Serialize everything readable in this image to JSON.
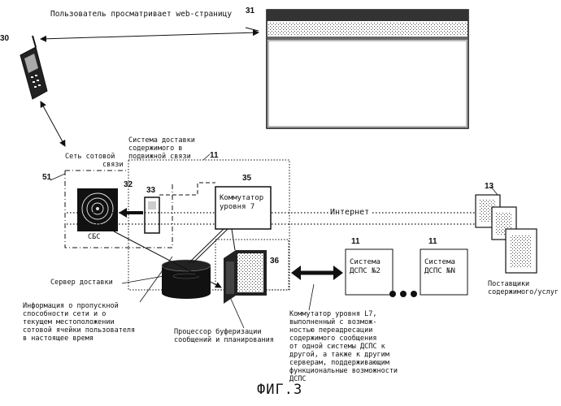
{
  "labels": {
    "user_views": "Пользователь просматривает web-страницу",
    "cellular_network": "Сеть сотовой\n         связи",
    "delivery_system": "Система доставки\nсодержимого в\nподвижной связи",
    "switch_l7_box": "Коммутатор\nуровня 7",
    "internet": "Интернет",
    "sbs": "СБС",
    "delivery_server": "Сервер доставки",
    "info_bandwidth": "Информация о пропускной\nспособности сети и о\nтекущем местоположении\nсотовой ячейки пользователя\nв настоящее время",
    "buffer_processor": "Процессор буферизации\nсообщений и планирования",
    "switch_l7_desc": "Коммутатор уровня L7,\nвыполненный с возмож-\nностью переадресации\nсодержимого сообщения\nот одной системы ДСПС к\nдругой, а также к другим\nсерверам, поддерживающим\nфункциональные возможности\nДСПС",
    "dsps2": "Система\nДСПС №2",
    "dspsN": "Система\nДСПС №N",
    "providers": "Поставщики\nсодержимого/услуг",
    "figure": "ФИГ.3"
  },
  "refs": {
    "r30": "30",
    "r31": "31",
    "r51": "51",
    "r32": "32",
    "r33": "33",
    "r11a": "11",
    "r35": "35",
    "r13": "13",
    "r11b": "11",
    "r11c": "11",
    "r36": "36"
  }
}
